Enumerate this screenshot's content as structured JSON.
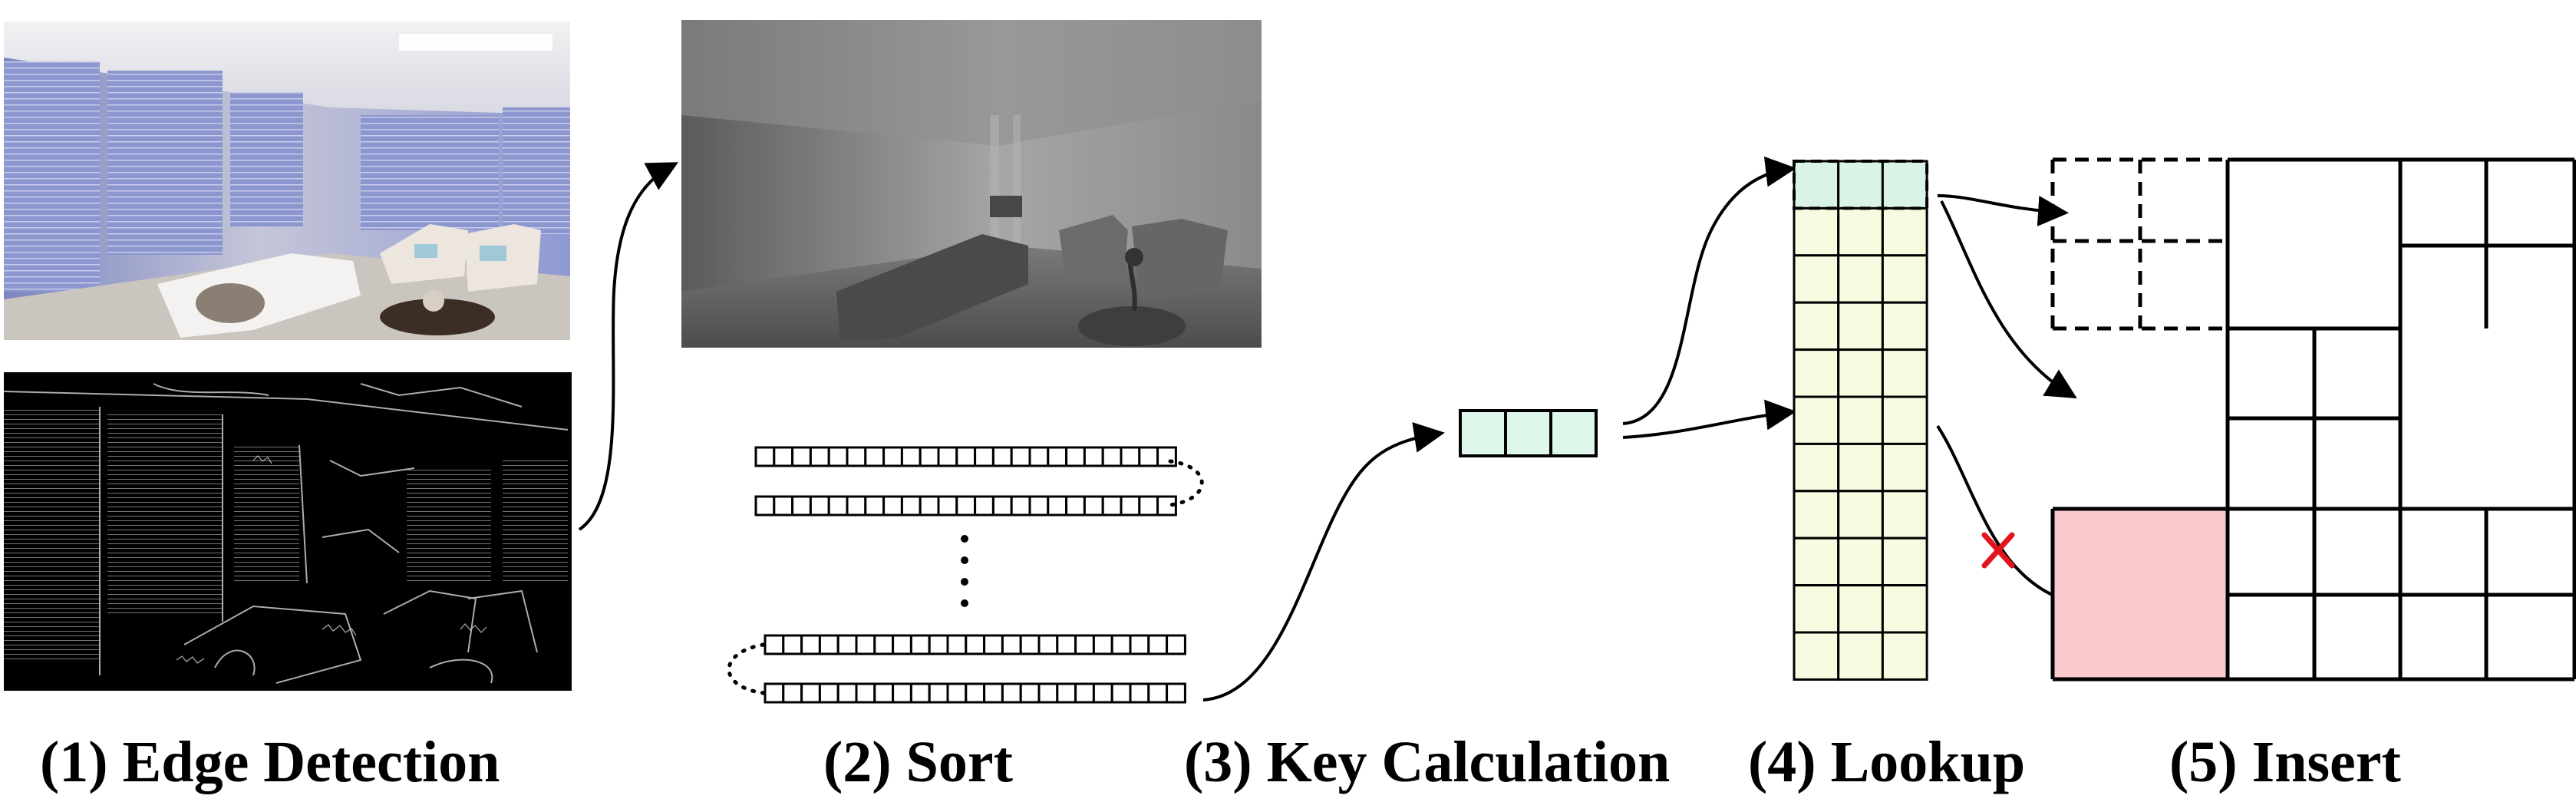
{
  "steps": [
    {
      "id": "edge",
      "label": "(1) Edge Detection"
    },
    {
      "id": "sort",
      "label": "(2) Sort"
    },
    {
      "id": "key",
      "label": "(3) Key Calculation"
    },
    {
      "id": "lookup",
      "label": "(4) Lookup"
    },
    {
      "id": "insert",
      "label": "(5) Insert"
    }
  ],
  "colors": {
    "key_cell_fill": "#dff7ea",
    "lookup_cell_fill": "#f9fbe0",
    "lookup_top_fill": "#d9f3e4",
    "rejected_cell_fill": "#f9c9cd",
    "reject_mark": "#e3141b",
    "line": "#000000"
  },
  "icons": {
    "reject_mark": "cross-icon"
  }
}
